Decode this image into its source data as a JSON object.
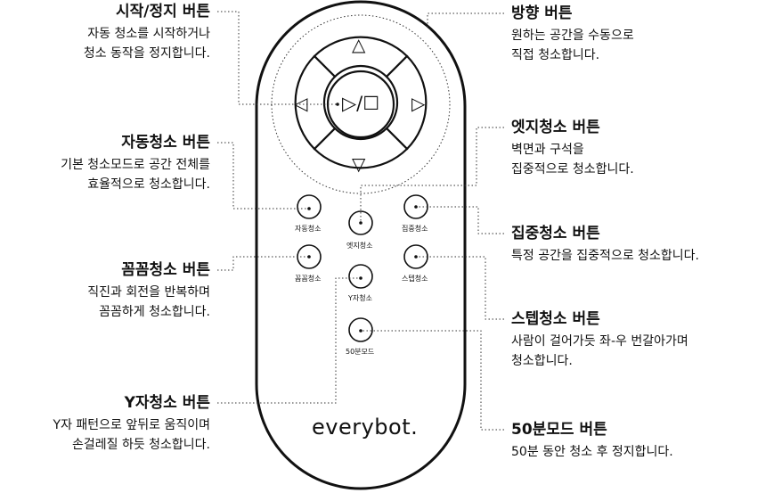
{
  "brand": "everybot.",
  "remote_labels": {
    "play_stop": "▷/☐",
    "up": "△",
    "down": "▽",
    "left": "◁",
    "right": "▷",
    "auto": "자동청소",
    "edge": "엣지청소",
    "spot": "집중청소",
    "meticulous": "꼼꼼청소",
    "ycross": "Y자청소",
    "step": "스텝청소",
    "fifty": "50분모드"
  },
  "left": [
    {
      "title": "시작/정지 버튼",
      "desc": [
        "자동 청소를 시작하거나",
        "청소 동작을 정지합니다."
      ]
    },
    {
      "title": "자동청소 버튼",
      "desc": [
        "기본 청소모드로 공간 전체를",
        "효율적으로 청소합니다."
      ]
    },
    {
      "title": "꼼꼼청소 버튼",
      "desc": [
        "직진과 회전을 반복하며",
        "꼼꼼하게 청소합니다."
      ]
    },
    {
      "title": "Y자청소 버튼",
      "desc": [
        "Y자 패턴으로 앞뒤로 움직이며",
        "손걸레질 하듯 청소합니다."
      ]
    }
  ],
  "right": [
    {
      "title": "방향 버튼",
      "desc": [
        "원하는 공간을 수동으로",
        "직접 청소합니다."
      ]
    },
    {
      "title": "엣지청소 버튼",
      "desc": [
        "벽면과 구석을",
        "집중적으로 청소합니다."
      ]
    },
    {
      "title": "집중청소 버튼",
      "desc": [
        "특정 공간을 집중적으로 청소합니다."
      ]
    },
    {
      "title": "스텝청소 버튼",
      "desc": [
        "사람이 걸어가듯 좌-우 번갈아가며",
        "청소합니다."
      ]
    },
    {
      "title": "50분모드 버튼",
      "desc": [
        "50분 동안 청소 후 정지합니다."
      ]
    }
  ]
}
